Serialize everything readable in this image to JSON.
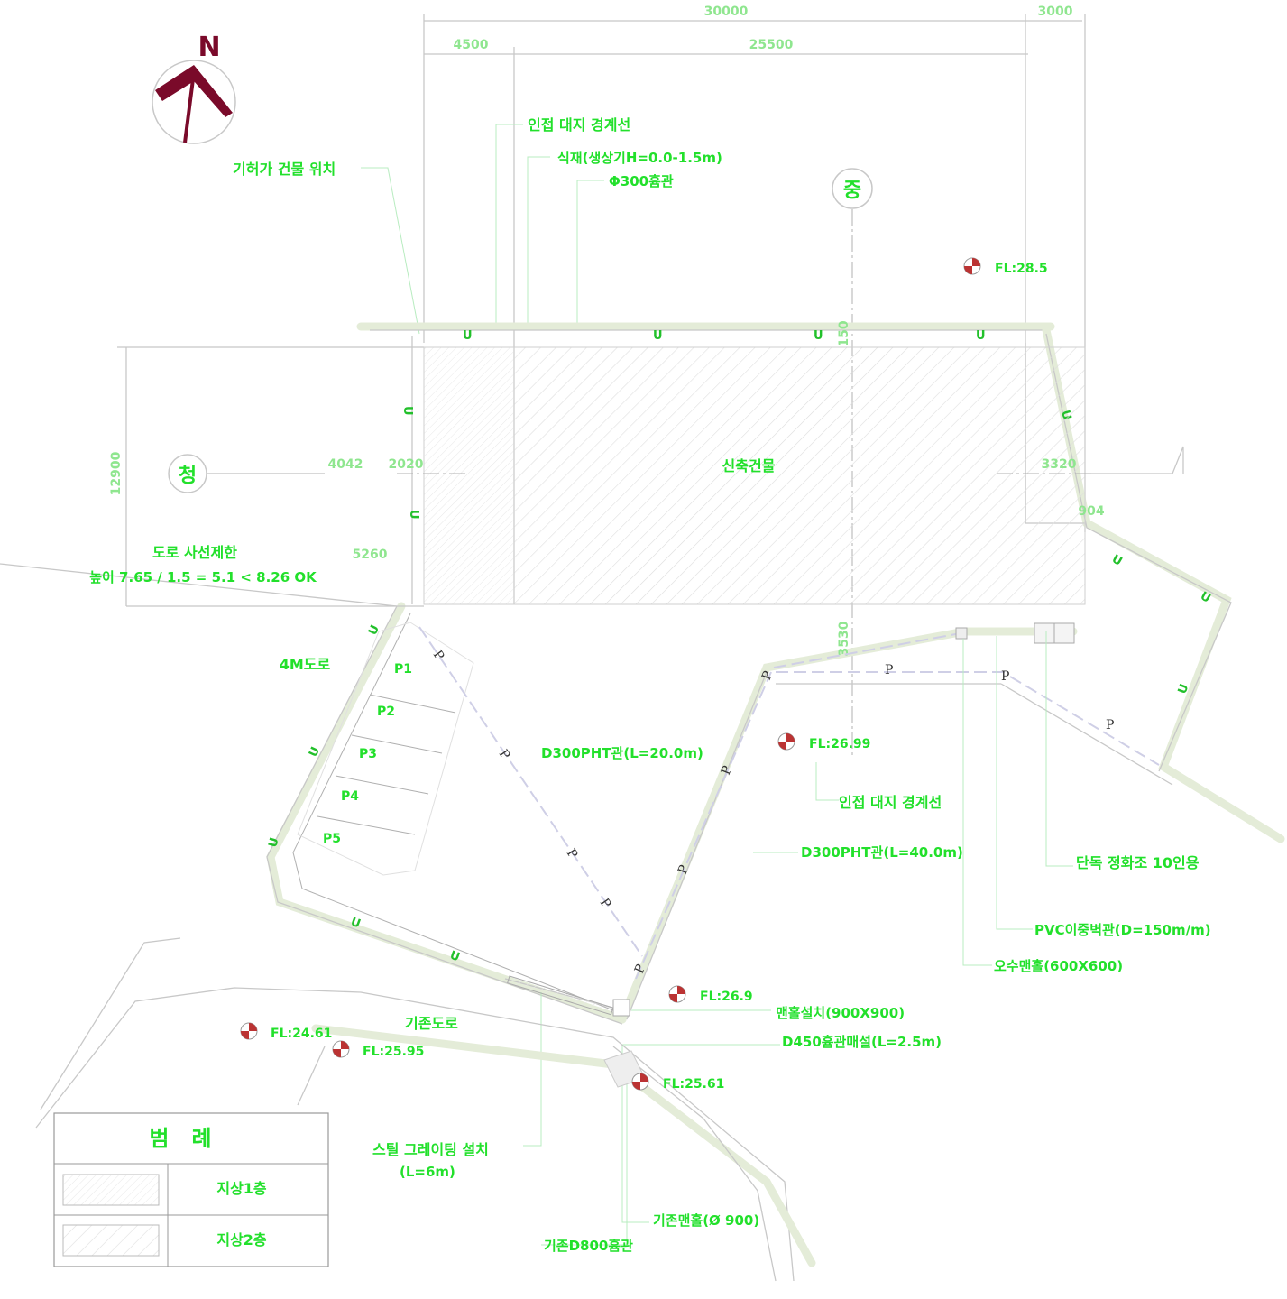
{
  "dimensions": {
    "top_total": "30000",
    "top_right": "3000",
    "top_left_seg": "4500",
    "top_mid_seg": "25500",
    "left_height": "12900",
    "road_offset": "4042",
    "bldg_offset": "2020",
    "right_offset": "3320",
    "right_corner": "904",
    "north_vert": "150",
    "lower_left": "5260",
    "south_vert": "3530"
  },
  "north_arrow": {
    "label": "N"
  },
  "direction_marks": {
    "center": "중",
    "left": "청"
  },
  "building": {
    "label": "신축건물"
  },
  "annotations": {
    "adjacent_boundary_top": "인접 대지 경계선",
    "hedge": "식재(생상기H=0.0-1.5m)",
    "drain_pipe": "Φ300흄관",
    "existing_building_position": "기허가 건물 위치",
    "road_setback": "도로 사선제한",
    "height_check": "높이 7.65 / 1.5 = 5.1 < 8.26 OK",
    "road_4m": "4M도로",
    "pipe_20m": "D300PHT관(L=20.0m)",
    "adjacent_boundary_bottom": "인접 대지 경계선",
    "pipe_40m": "D300PHT관(L=40.0m)",
    "septic": "단독 정화조 10인용",
    "pvc": "PVC이중벽관(D=150m/m)",
    "manhole_small": "오수맨홀(600X600)",
    "manhole_install": "맨홀설치(900X900)",
    "hume_connect": "D450흄관매설(L=2.5m)",
    "existing_road": "기존도로",
    "grating": "스틸 그레이팅 설치",
    "grating_len": "(L=6m)",
    "existing_manhole": "기존맨홀(Ø 900)",
    "existing_pipe": "기존D800흄관"
  },
  "levels": [
    "FL:28.5",
    "FL:26.99",
    "FL:26.9",
    "FL:24.61",
    "FL:25.95",
    "FL:25.61"
  ],
  "parking": [
    "P1",
    "P2",
    "P3",
    "P4",
    "P5"
  ],
  "pipe_markers": {
    "u": "U",
    "p": "P"
  },
  "legend": {
    "title": "범   례",
    "rows": [
      {
        "label": "지상1층"
      },
      {
        "label": "지상2층"
      }
    ]
  },
  "colors": {
    "label_green": "#22e02b",
    "north_arrow": "#7a0a2a",
    "hatch": "#d8d8d8"
  }
}
